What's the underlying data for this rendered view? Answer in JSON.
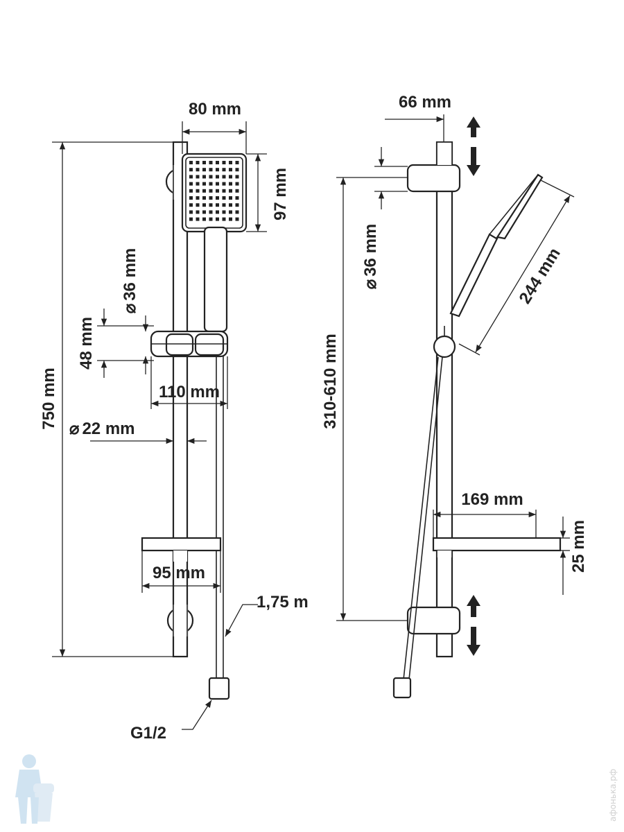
{
  "dimensions": {
    "front": {
      "width_head": "80 mm",
      "height_head": "97 mm",
      "total_height": "750 mm",
      "holder_diameter": "36 mm",
      "holder_height": "48 mm",
      "projection": "110 mm",
      "rail_diameter": "22 mm",
      "shelf_width": "95 mm",
      "hose_length": "1,75 m",
      "connection": "G1/2"
    },
    "side": {
      "bracket_depth": "66 mm",
      "bracket_diameter": "36 mm",
      "adjust_range": "310-610 mm",
      "handshower_length": "244 mm",
      "shelf_depth": "169 mm",
      "shelf_height": "25 mm"
    },
    "diameter_symbol": "⌀"
  },
  "watermark": "афонька.рф"
}
